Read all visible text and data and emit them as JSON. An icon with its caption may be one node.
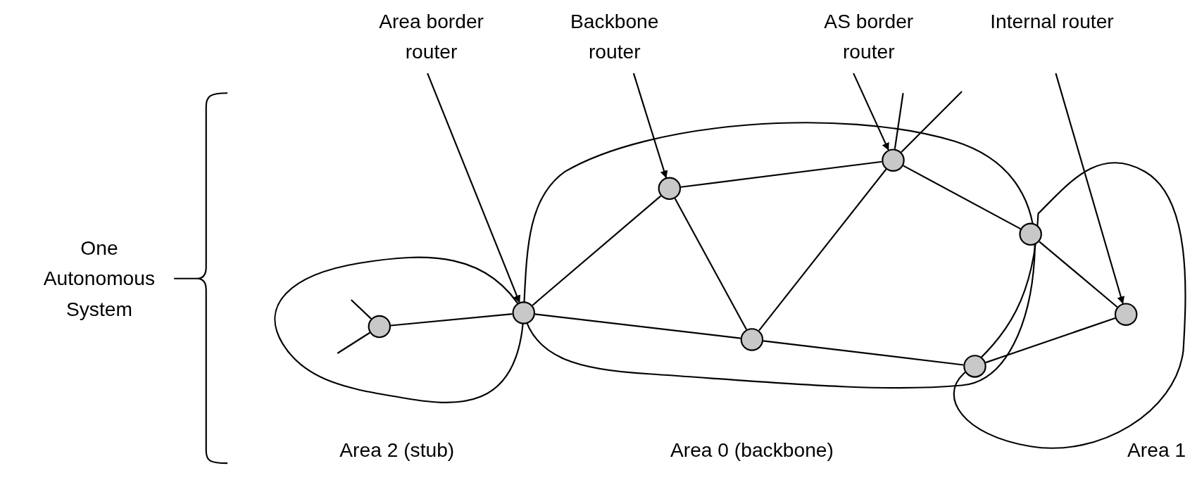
{
  "diagram": {
    "nodes": [
      {
        "text": [
          "Area border router"
        ]
      },
      {
        "text": [
          "Backbone router"
        ]
      },
      {
        "text": [
          "AS border router"
        ]
      },
      {
        "text": [
          "Internal router"
        ]
      },
      {
        "text": [
          "Area 2 (stub)"
        ]
      },
      {
        "text": [
          "Area 0 (backbone)"
        ]
      },
      {
        "text": [
          "Area 1"
        ]
      },
      {
        "text": [],
        "shape": "circle",
        "in": 4
      },
      {
        "text": [],
        "shape": "circle"
      },
      {
        "text": [],
        "shape": "circle",
        "in": 5
      },
      {
        "text": [],
        "shape": "circle",
        "in": 5
      },
      {
        "text": [],
        "shape": "circle"
      },
      {
        "text": [],
        "shape": "circle",
        "in": 5
      },
      {
        "text": [],
        "shape": "circle"
      },
      {
        "text": [],
        "shape": "circle",
        "in": 6
      }
    ],
    "edges": [
      {
        "from": 0,
        "to": 8,
        "arrow": "to"
      },
      {
        "from": 1,
        "to": 9,
        "arrow": "to"
      },
      {
        "from": 2,
        "to": 10,
        "arrow": "to"
      },
      {
        "from": 3,
        "to": 14,
        "arrow": "to"
      },
      {
        "from": 7,
        "to": 8,
        "arrow": "none"
      },
      {
        "from": 8,
        "to": 9,
        "arrow": "none"
      },
      {
        "from": 8,
        "to": 12,
        "arrow": "none"
      },
      {
        "from": 9,
        "to": 10,
        "arrow": "none"
      },
      {
        "from": 9,
        "to": 12,
        "arrow": "none"
      },
      {
        "from": 12,
        "to": 10,
        "arrow": "none"
      },
      {
        "from": 10,
        "to": 11,
        "arrow": "none"
      },
      {
        "from": 12,
        "to": 13,
        "arrow": "none"
      },
      {
        "from": 11,
        "to": 14,
        "arrow": "none"
      },
      {
        "from": 13,
        "to": 14,
        "arrow": "none"
      },
      {
        "from": null,
        "to": 7,
        "arrow": "none"
      },
      {
        "from": null,
        "to": 7,
        "arrow": "none"
      },
      {
        "from": 10,
        "to": null,
        "arrow": "none"
      },
      {
        "from": 10,
        "to": null,
        "arrow": "none"
      }
    ],
    "labels": [
      "One Autonomous System"
    ]
  }
}
